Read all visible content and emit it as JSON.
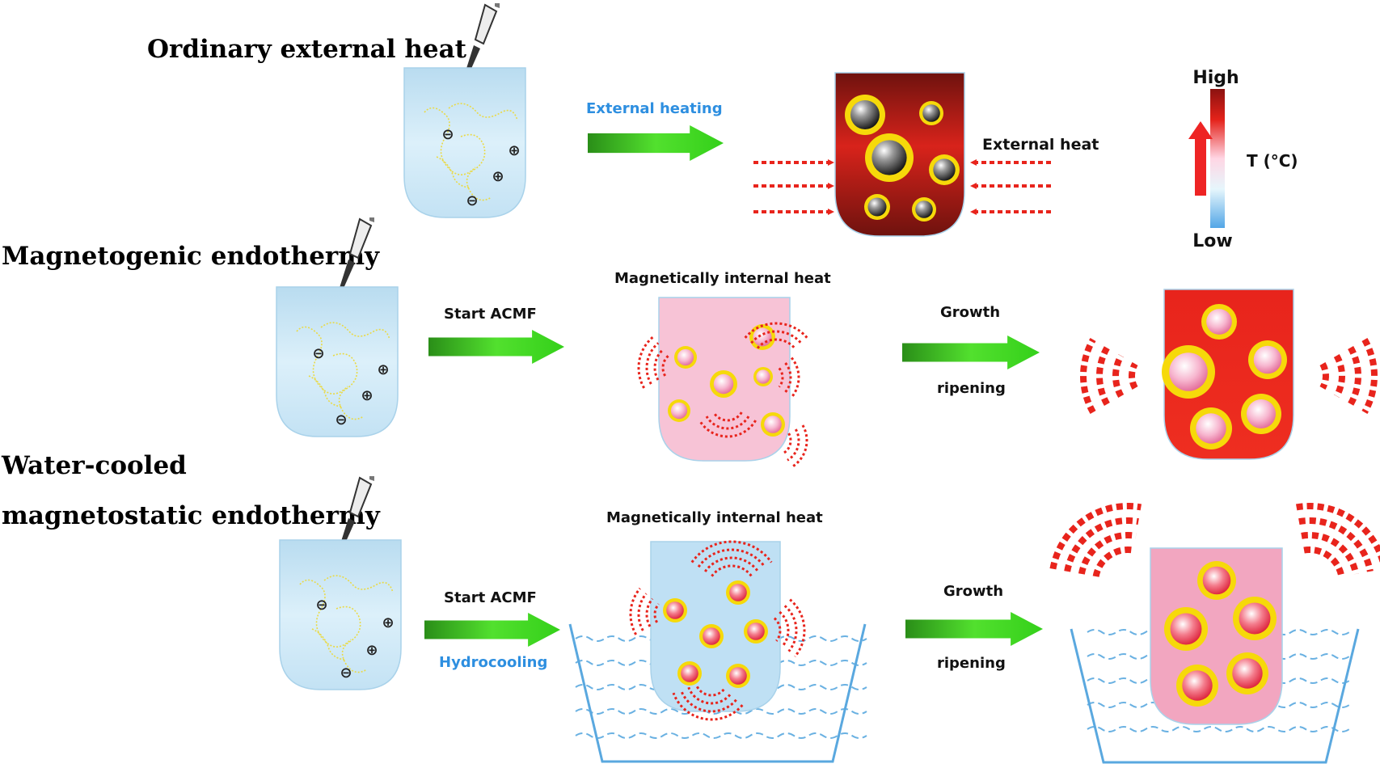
{
  "rows": {
    "row1": {
      "title": "Ordinary external heat",
      "arrow_label": "External heating",
      "side_label": "External heat"
    },
    "row2": {
      "title": "Magnetogenic endothermy",
      "arrow1_label": "Start ACMF",
      "mid_label": "Magnetically internal heat",
      "arrow2_top": "Growth",
      "arrow2_bottom": "ripening"
    },
    "row3": {
      "title_line1": "Water-cooled",
      "title_line2": "magnetostatic endothermy",
      "arrow1_label": "Start ACMF",
      "arrow1_sub": "Hydrocooling",
      "mid_label": "Magnetically internal heat",
      "arrow2_top": "Growth",
      "arrow2_bottom": "ripening"
    }
  },
  "temperature_scale": {
    "high": "High",
    "low": "Low",
    "axis_label": "T (°C)"
  },
  "ion_symbols": {
    "negative": "⊖",
    "positive": "⊕"
  },
  "colors": {
    "beaker_precursor": "#c9e6f5",
    "beaker_hot": "#e8241c",
    "beaker_dark_hot": "#7a1410",
    "beaker_warm_pink": "#f7c3d6",
    "beaker_pink": "#f2a6c0",
    "wave_red": "#e8241c",
    "water_blue": "#5aa8df",
    "arrow_green": "#3fd21f",
    "label_blue": "#2e8fe0",
    "shell_yellow": "#f6d90a"
  }
}
